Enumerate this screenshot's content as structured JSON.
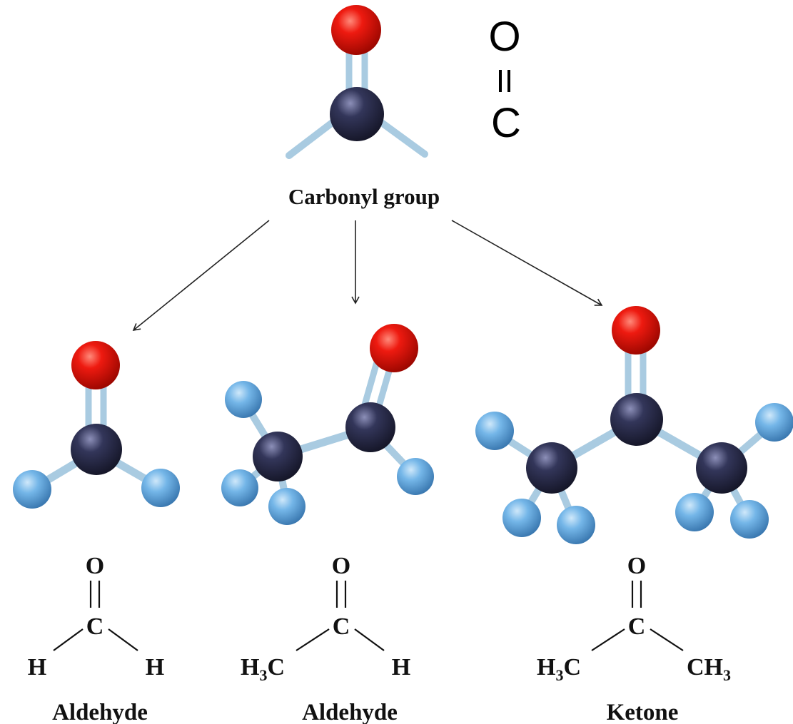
{
  "colors": {
    "oxygen": "#e8160c",
    "carbon": "#2b2d4f",
    "hydrogen": "#6fb3e6",
    "bond": "#a9cbe1",
    "arrow": "#222222",
    "text": "#111111"
  },
  "top": {
    "symbol_o": "O",
    "symbol_c": "C",
    "label": "Carbonyl group"
  },
  "bottom": [
    {
      "o": "O",
      "c": "C",
      "left_main": "H",
      "left_sub": "",
      "left_tail": "",
      "right_main": "H",
      "right_sub": "",
      "name": "Aldehyde"
    },
    {
      "o": "O",
      "c": "C",
      "left_main": "H",
      "left_sub": "3",
      "left_tail": "C",
      "right_main": "H",
      "right_sub": "",
      "name": "Aldehyde"
    },
    {
      "o": "O",
      "c": "C",
      "left_main": "H",
      "left_sub": "3",
      "left_tail": "C",
      "right_main": "CH",
      "right_sub": "3",
      "name": "Ketone"
    }
  ]
}
